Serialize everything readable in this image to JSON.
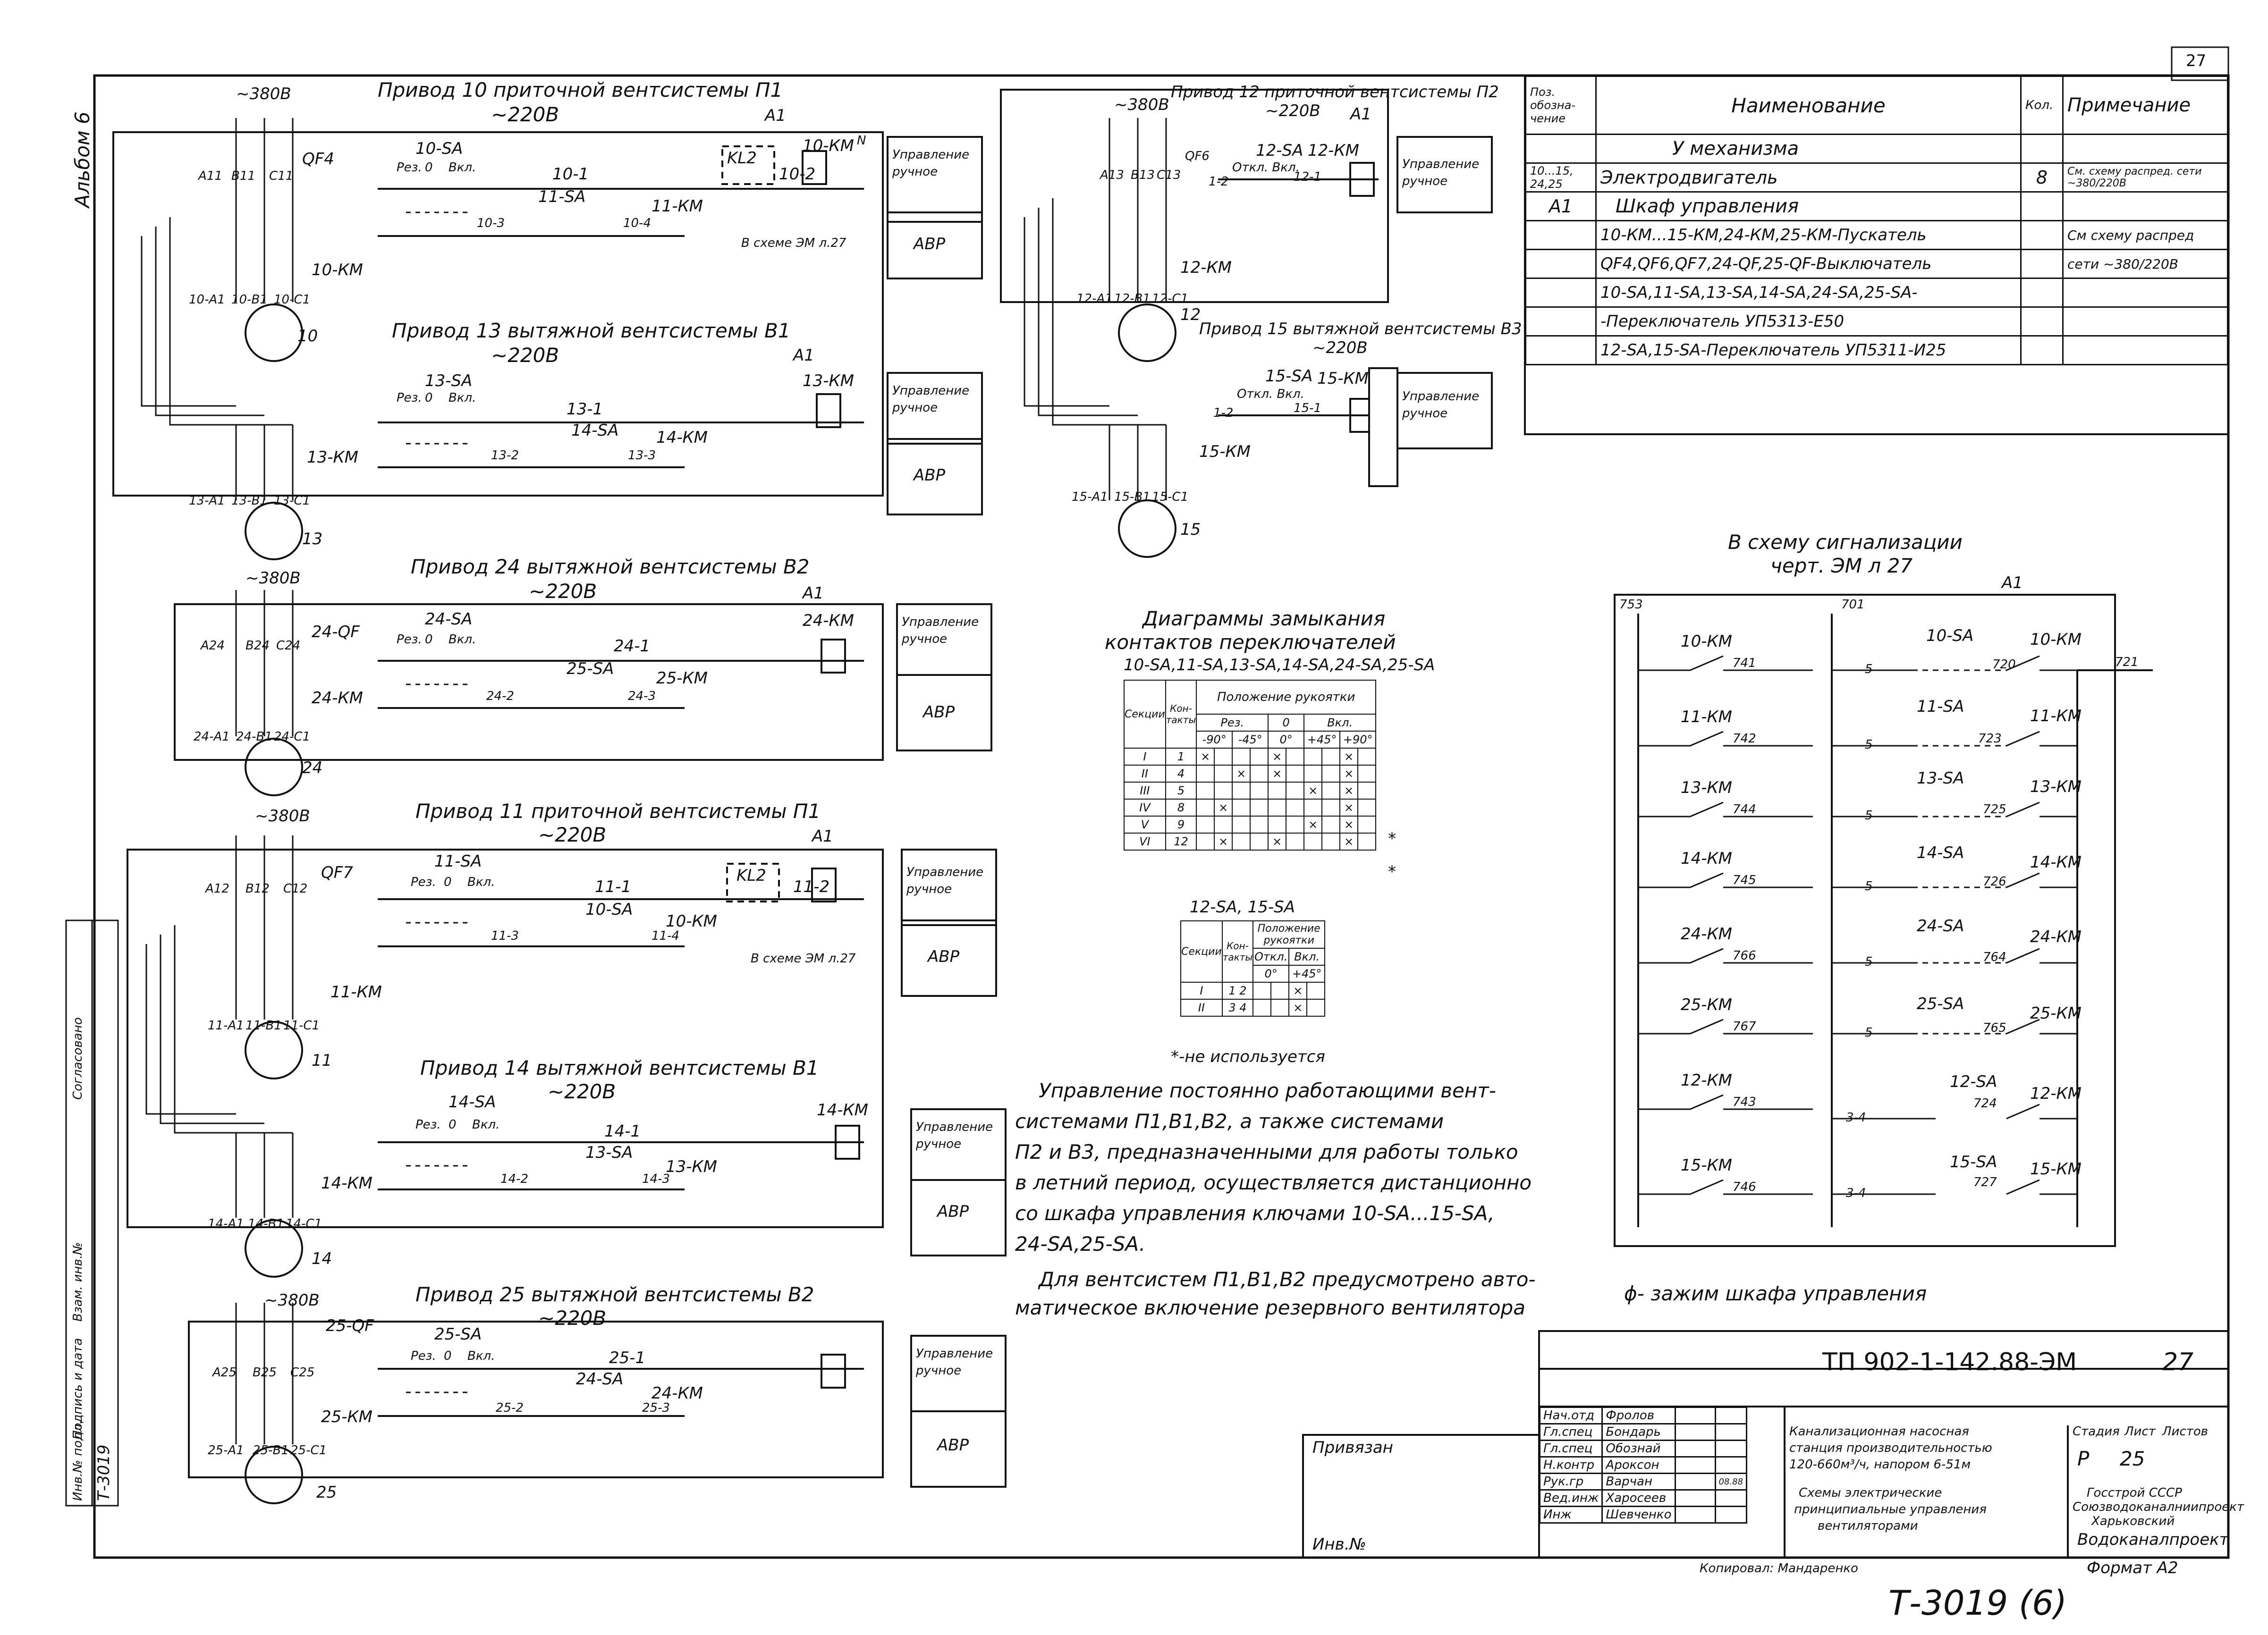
{
  "sheet": {
    "page_number": "27",
    "album": "Альбом 6",
    "doc_code": "ТП 902-1-142.88-ЭМ",
    "doc_sheet": "27",
    "bottom_stamp": "Т-3019 (6)"
  },
  "drives": [
    {
      "title": "Привод 10 приточной вентсистемы П1",
      "voltage": "~220В",
      "supply": "~380В",
      "cabinet": "А1",
      "breaker": "QF4",
      "phases": [
        "А11",
        "В11",
        "С11"
      ],
      "contactor": "10-КМ",
      "switch_main": "10-SA",
      "switch_res": "11-SA",
      "line1": "10-1",
      "line2": "10-2",
      "line3": "10-3",
      "line4": "10-4",
      "interlock": "11-КМ",
      "relay": "KL2",
      "relay_note": "В схеме ЭМ л.27",
      "motor": "10",
      "terms": [
        "10-А1",
        "10-В1",
        "10-С1"
      ],
      "ctrl_manual": "Управление ручное",
      "ctrl_avr": "АВР"
    },
    {
      "title": "Привод 13 вытяжной вентсистемы В1",
      "voltage": "~220В",
      "cabinet": "А1",
      "contactor": "13-КМ",
      "switch_main": "13-SA",
      "switch_res": "14-SA",
      "line1": "13-1",
      "line2": "13-2",
      "line3": "13-3",
      "interlock": "14-КМ",
      "motor": "13",
      "terms": [
        "13-А1",
        "13-В1",
        "13-С1"
      ],
      "ctrl_manual": "Управление ручное",
      "ctrl_avr": "АВР"
    },
    {
      "title": "Привод 24 вытяжной вентсистемы В2",
      "voltage": "~220В",
      "supply": "~380В",
      "cabinet": "А1",
      "breaker": "24-QF",
      "phases": [
        "А24",
        "В24",
        "С24"
      ],
      "contactor": "24-КМ",
      "switch_main": "24-SA",
      "switch_res": "25-SA",
      "line1": "24-1",
      "line2": "24-2",
      "line3": "24-3",
      "interlock": "25-КМ",
      "motor": "24",
      "terms": [
        "24-А1",
        "24-В1",
        "24-С1"
      ],
      "ctrl_manual": "Управление ручное",
      "ctrl_avr": "АВР"
    },
    {
      "title": "Привод 11 приточной вентсистемы П1",
      "voltage": "~220В",
      "supply": "~380В",
      "cabinet": "А1",
      "breaker": "QF7",
      "phases": [
        "А12",
        "В12",
        "С12"
      ],
      "contactor": "11-КМ",
      "switch_main": "11-SA",
      "switch_res": "10-SA",
      "line1": "11-1",
      "line2": "11-2",
      "line3": "11-3",
      "line4": "11-4",
      "interlock": "10-КМ",
      "relay": "KL2",
      "relay_note": "В схеме ЭМ л.27",
      "motor": "11",
      "terms": [
        "11-А1",
        "11-В1",
        "11-С1"
      ],
      "ctrl_manual": "Управление ручное",
      "ctrl_avr": "АВР"
    },
    {
      "title": "Привод 14 вытяжной вентсистемы В1",
      "voltage": "~220В",
      "contactor": "14-КМ",
      "switch_main": "14-SA",
      "switch_res": "13-SA",
      "line1": "14-1",
      "line2": "14-2",
      "line3": "14-3",
      "interlock": "13-КМ",
      "motor": "14",
      "terms": [
        "14-А1",
        "14-В1",
        "14-С1"
      ],
      "ctrl_manual": "Управление ручное",
      "ctrl_avr": "АВР"
    },
    {
      "title": "Привод 25 вытяжной вентсистемы В2",
      "voltage": "~220В",
      "supply": "~380В",
      "breaker": "25-QF",
      "phases": [
        "А25",
        "В25",
        "С25"
      ],
      "contactor": "25-КМ",
      "switch_main": "25-SA",
      "switch_res": "24-SA",
      "line1": "25-1",
      "line2": "25-2",
      "line3": "25-3",
      "interlock": "24-КМ",
      "motor": "25",
      "terms": [
        "25-А1",
        "25-В1",
        "25-С1"
      ],
      "ctrl_manual": "Управление ручное",
      "ctrl_avr": "АВР"
    }
  ],
  "drives_right": [
    {
      "title": "Привод 12 приточной вентсистемы П2",
      "voltage": "~220В",
      "supply": "~380В",
      "cabinet": "А1",
      "breaker": "QF6",
      "phases": [
        "А13",
        "В13",
        "С13"
      ],
      "contactor": "12-КМ",
      "switch": "12-SA",
      "switch_pos": "Откл. Вкл.",
      "line1": "12-1",
      "wire": "1-2",
      "motor": "12",
      "terms": [
        "12-А1",
        "12-В1",
        "12-С1"
      ],
      "ctrl_manual": "Управление ручное"
    },
    {
      "title": "Привод 15 вытяжной вентсистемы В3",
      "voltage": "~220В",
      "contactor": "15-КМ",
      "switch": "15-SA",
      "switch_pos": "Откл. Вкл.",
      "line1": "15-1",
      "wire": "1-2",
      "motor": "15",
      "terms": [
        "15-А1",
        "15-В1",
        "15-С1"
      ],
      "ctrl_manual": "Управление ручное"
    }
  ],
  "common": {
    "pos_res": "Рез.",
    "pos_zero": "0",
    "pos_on": "Вкл.",
    "node9": "9",
    "node1": "1",
    "node4": "4",
    "n": "N"
  },
  "spec_table": {
    "headers": [
      "Поз. обозна- чение",
      "Наименование",
      "Кол.",
      "Примечание"
    ],
    "rows": [
      [
        "",
        "У механизма",
        "",
        ""
      ],
      [
        "10...15, 24,25",
        "Электродвигатель",
        "8",
        "См. схему распред. сети ~380/220В"
      ],
      [
        "А1",
        "Шкаф управления",
        "",
        ""
      ],
      [
        "",
        "10-КМ...15-КМ,24-КМ,25-КМ-Пускатель",
        "",
        "См схему распред"
      ],
      [
        "",
        "QF4,QF6,QF7,24-QF,25-QF-Выключатель",
        "",
        "сети ~380/220В"
      ],
      [
        "",
        "10-SA,11-SA,13-SA,14-SA,24-SA,25-SA-",
        "",
        ""
      ],
      [
        "",
        "-Переключатель УП5313-Е50",
        "",
        ""
      ],
      [
        "",
        "12-SA,15-SA-Переключатель УП5311-И25",
        "",
        ""
      ]
    ]
  },
  "signal": {
    "title1": "В схему сигнализации",
    "title2": "черт. ЭМ л 27",
    "cabinet": "А1",
    "left_bus": "753",
    "right_bus": "701",
    "out_node": "721",
    "left_rows": [
      [
        "10-КМ",
        "741"
      ],
      [
        "11-КМ",
        "742"
      ],
      [
        "13-КМ",
        "744"
      ],
      [
        "14-КМ",
        "745"
      ],
      [
        "24-КМ",
        "766"
      ],
      [
        "25-КМ",
        "767"
      ],
      [
        "12-КМ",
        "743"
      ],
      [
        "15-КМ",
        "746"
      ]
    ],
    "right_rows": [
      [
        "10-SA",
        "10-КМ",
        "720",
        "5"
      ],
      [
        "11-SA",
        "11-КМ",
        "723",
        "5"
      ],
      [
        "13-SA",
        "13-КМ",
        "725",
        "5"
      ],
      [
        "14-SA",
        "14-КМ",
        "726",
        "5"
      ],
      [
        "24-SA",
        "24-КМ",
        "764",
        "5"
      ],
      [
        "25-SA",
        "25-КМ",
        "765",
        "5"
      ],
      [
        "12-SA",
        "12-КМ",
        "724",
        "3-4"
      ],
      [
        "15-SA",
        "15-КМ",
        "727",
        "3-4"
      ]
    ]
  },
  "diagram1": {
    "title1": "Диаграммы замыкания",
    "title2": "контактов переключателей",
    "subtitle": "10-SA,11-SA,13-SA,14-SA,24-SA,25-SA",
    "h_sections": "Секции",
    "h_contacts": "Кон- такты",
    "h_position": "Положение рукоятки",
    "pos": [
      "Рез.",
      "0",
      "Вкл."
    ],
    "angles": [
      "-90°",
      "-45°",
      "0°",
      "+45°",
      "+90°"
    ],
    "sections": [
      "I",
      "II",
      "III",
      "IV",
      "V",
      "VI"
    ],
    "contacts": [
      "1",
      "4",
      "5",
      "8",
      "9",
      "12"
    ],
    "marks": [
      "*",
      "*"
    ]
  },
  "diagram2": {
    "subtitle": "12-SA, 15-SA",
    "h_position": "Положение рукоятки",
    "pos": [
      "Откл.",
      "Вкл."
    ],
    "angles": [
      "0°",
      "+45°"
    ],
    "sections": [
      "I",
      "II"
    ],
    "contacts": [
      "1 2",
      "3 4"
    ],
    "footnote": "*-не используется"
  },
  "notes": {
    "note1": [
      "Управление постоянно работающими вент-",
      "системами П1,В1,В2, а также системами",
      "П2 и В3, предназначенными для работы только",
      "в летний период, осуществляется дистанционно",
      "со шкафа управления ключами 10-SA...15-SA,",
      "24-SA,25-SA."
    ],
    "note2": [
      "Для вентсистем П1,В1,В2 предусмотрено авто-",
      "матическое включение резервного вентилятора"
    ],
    "legend": "ϕ- зажим шкафа управления"
  },
  "title_block": {
    "bound": "Привязан",
    "inv": "Инв.№",
    "roles": [
      "Нач.отд",
      "Гл.спец",
      "Гл.спец",
      "Н.контр",
      "Рук.гр",
      "Вед.инж",
      "Инж"
    ],
    "names": [
      "Фролов",
      "Бондарь",
      "Обознай",
      "Ароксон",
      "Варчан",
      "Харосеев",
      "Шевченко"
    ],
    "date": "08.88",
    "object": [
      "Канализационная насосная",
      "станция производительностью",
      "120-660м³/ч, напором 6-51м"
    ],
    "drawing": [
      "Схемы электрические",
      "принципиальные управления",
      "вентиляторами"
    ],
    "stage_h": "Стадия",
    "sheet_h": "Лист",
    "sheets_h": "Листов",
    "stage": "Р",
    "sheet": "25",
    "org": [
      "Госстрой СССР",
      "Союзводоканалниипроект",
      "Харьковский",
      "Водоканалпроект"
    ],
    "copied": "Копировал: Мандаренко",
    "format": "Формат А2"
  },
  "side_stamps": [
    "Т-3019",
    "Согласовано",
    "Взам. инв.№",
    "Подпись и дата",
    "Инв.№ подл."
  ]
}
